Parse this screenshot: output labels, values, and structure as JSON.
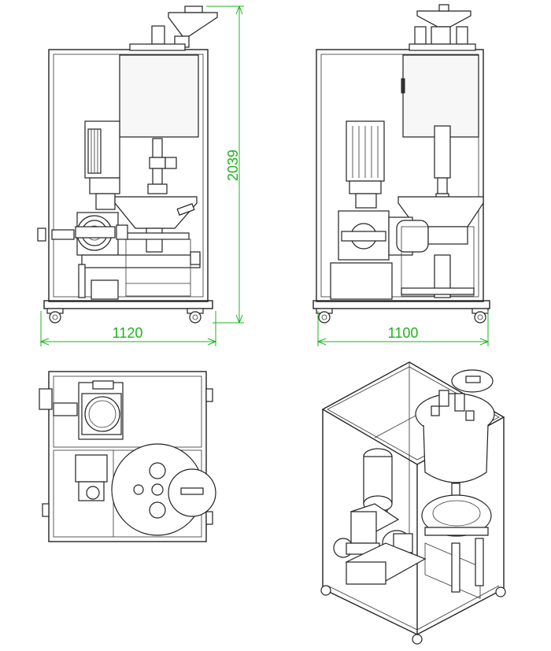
{
  "dimensions": {
    "front_width": "1120",
    "side_width": "1100",
    "height": "2039"
  },
  "colors": {
    "line": "#222222",
    "dimension": "#1db31d",
    "background": "#ffffff"
  }
}
